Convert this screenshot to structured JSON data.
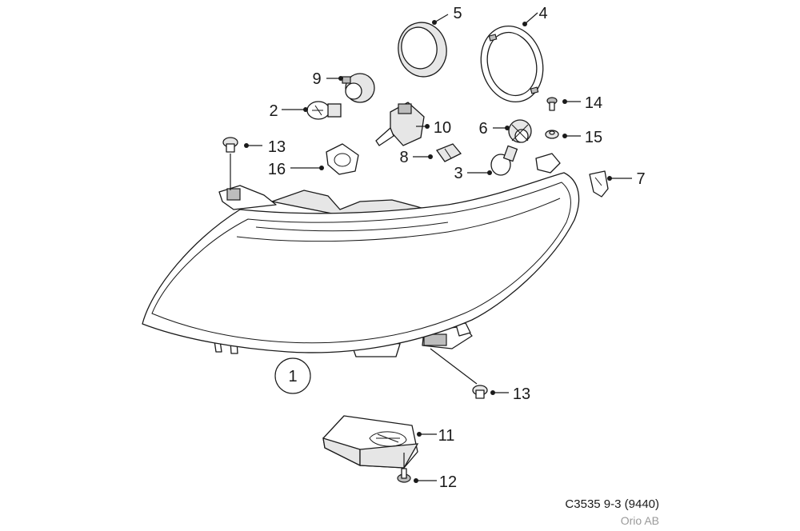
{
  "diagram": {
    "callouts": {
      "p1": "1",
      "p2": "2",
      "p3": "3",
      "p4": "4",
      "p5": "5",
      "p6": "6",
      "p7": "7",
      "p8": "8",
      "p9": "9",
      "p10": "10",
      "p11": "11",
      "p12": "12",
      "p13a": "13",
      "p13b": "13",
      "p14": "14",
      "p15": "15",
      "p16": "16"
    }
  },
  "footer": {
    "code": "C3535 9-3 (9440)",
    "credit": "Orio AB"
  }
}
